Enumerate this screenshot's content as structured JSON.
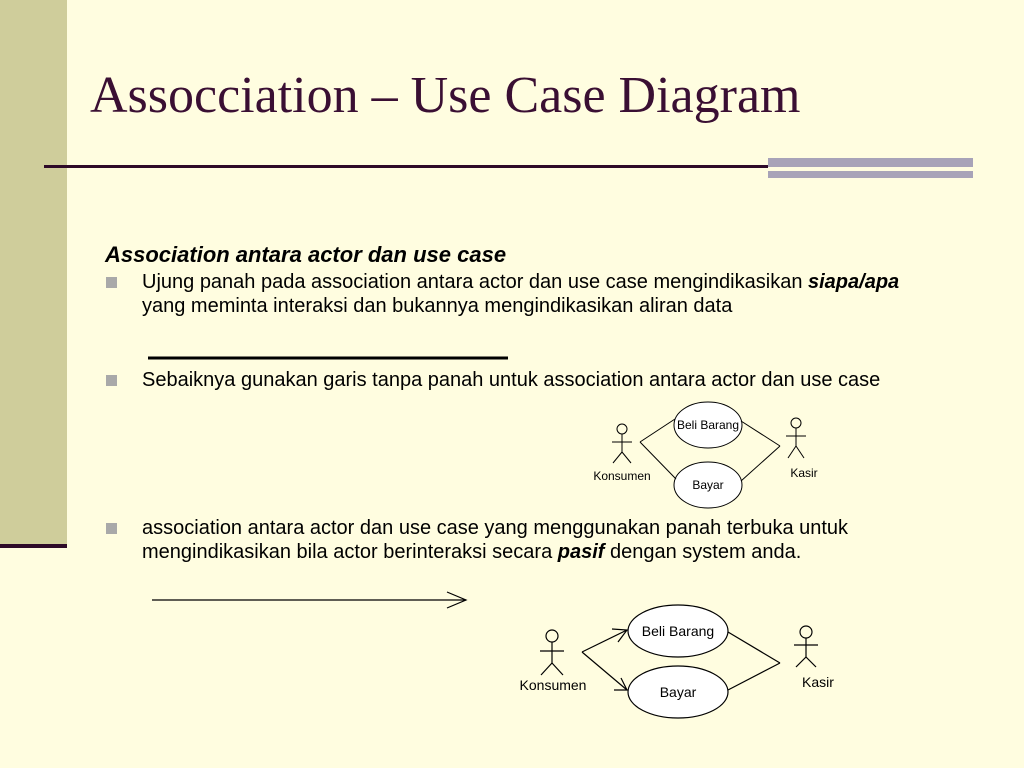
{
  "title": "Assocciation – Use Case Diagram",
  "subheading": "Association antara actor dan use case",
  "bullets": [
    {
      "pre": "Ujung panah pada association antara actor dan use case mengindikasikan ",
      "emph": "siapa/apa",
      "post": " yang meminta interaksi dan bukannya mengindikasikan aliran data"
    },
    {
      "text": "Sebaiknya gunakan garis tanpa panah untuk association antara actor dan use case"
    },
    {
      "pre": "association antara actor dan use case yang menggunakan panah terbuka untuk mengindikasikan bila actor berinteraksi secara ",
      "emph": "pasif",
      "post": " dengan system anda."
    }
  ],
  "diagram1": {
    "actor_left": "Konsumen",
    "actor_right": "Kasir",
    "usecase_top": "Beli Barang",
    "usecase_bottom": "Bayar"
  },
  "diagram2": {
    "actor_left": "Konsumen",
    "actor_right": "Kasir",
    "usecase_top": "Beli Barang",
    "usecase_bottom": "Bayar"
  },
  "colors": {
    "background": "#fffde0",
    "side_band": "#cfcd9b",
    "title": "#3a0f33",
    "rule": "#2e0a28",
    "accent": "#a8a3b8"
  }
}
